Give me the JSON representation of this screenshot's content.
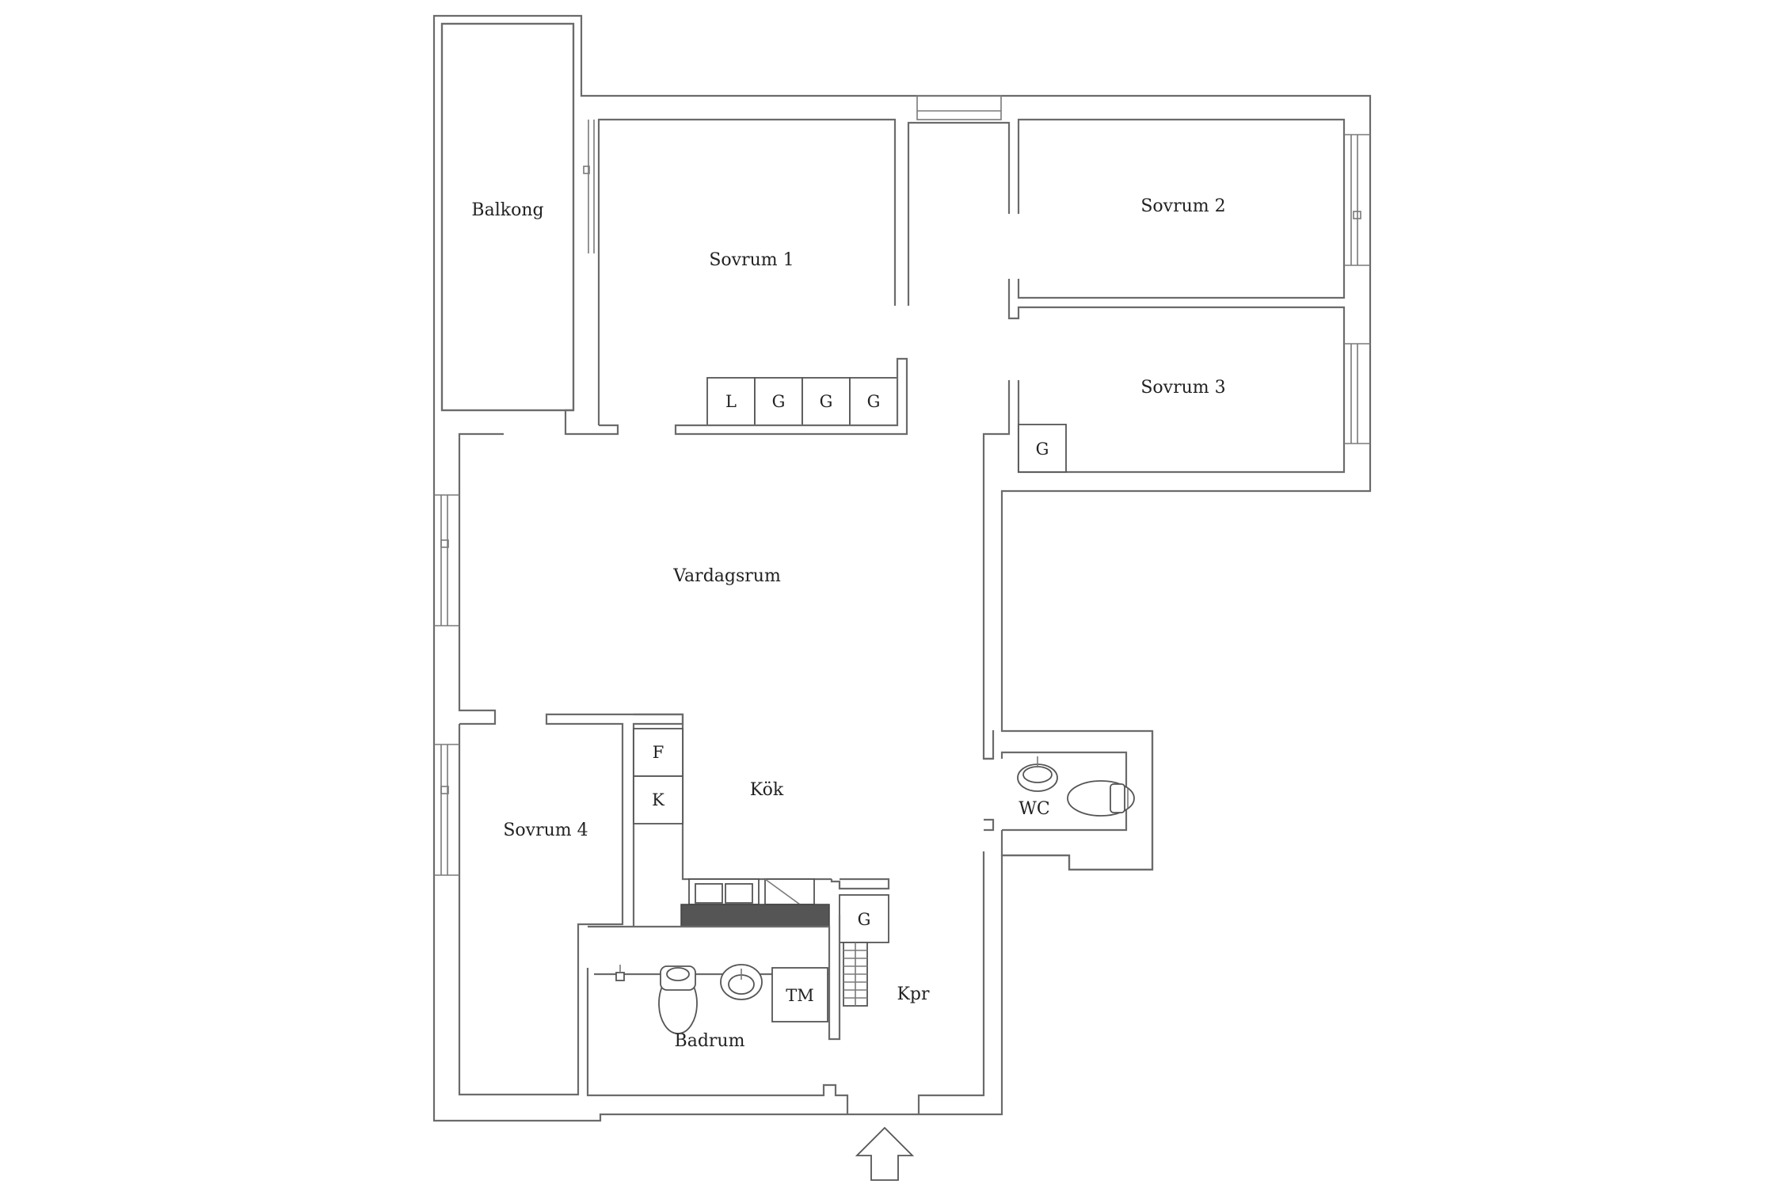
{
  "rooms": {
    "balkong": "Balkong",
    "sovrum1": "Sovrum 1",
    "sovrum2": "Sovrum 2",
    "sovrum3": "Sovrum 3",
    "sovrum4": "Sovrum 4",
    "vardagsrum": "Vardagsrum",
    "kok": "Kök",
    "wc": "WC",
    "badrum": "Badrum",
    "kpr": "Kpr"
  },
  "storage": {
    "l": "L",
    "g": "G",
    "f": "F",
    "k": "K",
    "tm": "TM"
  },
  "entrance": {
    "icon": "entrance-arrow-icon"
  }
}
